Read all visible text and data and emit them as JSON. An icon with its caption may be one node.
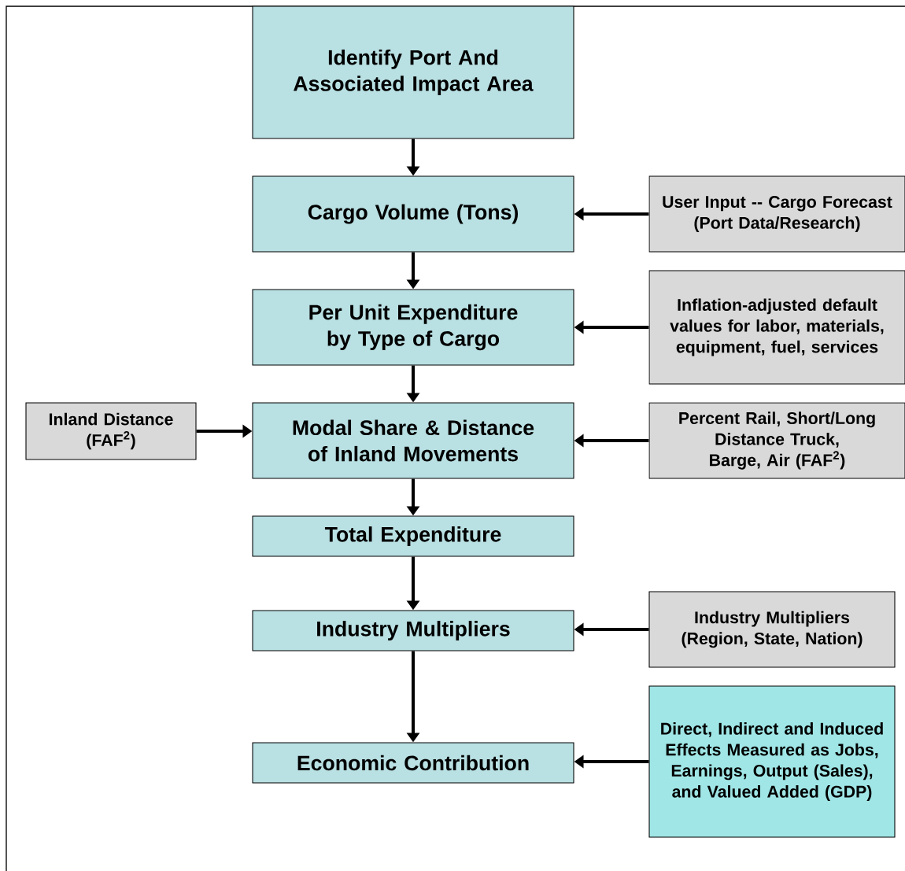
{
  "diagram": {
    "nodes": [
      {
        "text": [
          "Identify Port And Associated Impact Area"
        ]
      },
      {
        "text": [
          "Cargo Volume (Tons)"
        ]
      },
      {
        "text": [
          "User Input -- Cargo Forecast (Port Data/Research)"
        ]
      },
      {
        "text": [
          "Per Unit Expenditure by Type of Cargo"
        ]
      },
      {
        "text": [
          "Inflation-adjusted default values for labor, materials, equipment, fuel, services"
        ]
      },
      {
        "text": [
          "Inland Distance (FAF$^{2}$)"
        ]
      },
      {
        "text": [
          "Modal Share & Distance of Inland Movements"
        ]
      },
      {
        "text": [
          "Percent Rail, Short/Long Distance Truck, Barge, Air (FAF$^{2}$)"
        ]
      },
      {
        "text": [
          "Total Expenditure"
        ]
      },
      {
        "text": [
          "Industry Multipliers"
        ]
      },
      {
        "text": [
          "Industry Multipliers (Region, State, Nation)"
        ]
      },
      {
        "text": [
          "Economic Contribution"
        ]
      },
      {
        "text": [
          "Direct, Indirect and Induced Effects Measured as Jobs, Earnings, Output (Sales), and Valued Added (GDP)"
        ]
      }
    ],
    "edges": [
      {
        "from": 0,
        "to": 1,
        "arrow": "to"
      },
      {
        "from": 2,
        "to": 1,
        "arrow": "to"
      },
      {
        "from": 1,
        "to": 3,
        "arrow": "to"
      },
      {
        "from": 4,
        "to": 3,
        "arrow": "to"
      },
      {
        "from": 3,
        "to": 6,
        "arrow": "to"
      },
      {
        "from": 5,
        "to": 6,
        "arrow": "to"
      },
      {
        "from": 7,
        "to": 6,
        "arrow": "to"
      },
      {
        "from": 6,
        "to": 8,
        "arrow": "to"
      },
      {
        "from": 8,
        "to": 9,
        "arrow": "to"
      },
      {
        "from": 10,
        "to": 9,
        "arrow": "to"
      },
      {
        "from": 9,
        "to": 11,
        "arrow": "to"
      },
      {
        "from": 12,
        "to": 11,
        "arrow": "to"
      }
    ]
  }
}
